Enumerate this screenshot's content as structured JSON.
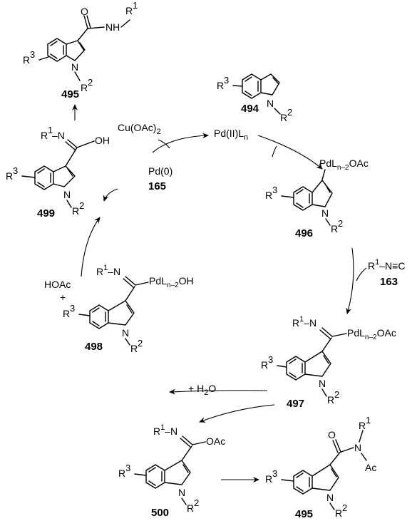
{
  "compounds": {
    "c495_top": {
      "id": "495",
      "r1": "R",
      "r1sup": "1",
      "nh": "NH",
      "o": "O",
      "r2": "R",
      "r2sup": "2",
      "r3": "R",
      "r3sup": "3",
      "n": "N"
    },
    "c494": {
      "id": "494",
      "r3": "R",
      "r3sup": "3",
      "n": "N",
      "r2": "R",
      "r2sup": "2"
    },
    "c499": {
      "id": "499",
      "r1": "R",
      "r1sup": "1",
      "imine": "–N",
      "oh": "OH",
      "r3": "R",
      "r3sup": "3",
      "n": "N",
      "r2": "R",
      "r2sup": "2"
    },
    "c496": {
      "id": "496",
      "pd": "PdL",
      "pdsub": "n–2",
      "oac": "OAc",
      "r3": "R",
      "r3sup": "3",
      "n": "N",
      "r2": "R",
      "r2sup": "2"
    },
    "c163": {
      "id": "163",
      "r1": "R",
      "r1sup": "1",
      "rest": "–N≡C"
    },
    "c497": {
      "id": "497",
      "r1": "R",
      "r1sup": "1",
      "imine": "–N",
      "pd": "PdL",
      "pdsub": "n–2",
      "oac": "OAc",
      "r3": "R",
      "r3sup": "3",
      "n": "N",
      "r2": "R",
      "r2sup": "2"
    },
    "c498": {
      "id": "498",
      "r1": "R",
      "r1sup": "1",
      "imine": "–N",
      "pd": "PdL",
      "pdsub": "n–2",
      "oh": "OH",
      "r3": "R",
      "r3sup": "3",
      "n": "N",
      "r2": "R",
      "r2sup": "2"
    },
    "c500": {
      "id": "500",
      "r1": "R",
      "r1sup": "1",
      "imine": "–N",
      "oac": "OAc",
      "r3": "R",
      "r3sup": "3",
      "n": "N",
      "r2": "R",
      "r2sup": "2"
    },
    "c495_bot": {
      "id": "495",
      "r1": "R",
      "r1sup": "1",
      "n_amide": "N",
      "o": "O",
      "ac": "Ac",
      "r3": "R",
      "r3sup": "3",
      "n": "N",
      "r2": "R",
      "r2sup": "2"
    }
  },
  "reagents": {
    "cu": {
      "text": "Cu(OAc)",
      "sub": "2"
    },
    "pd2": {
      "text": "Pd(II)L",
      "sub": "n"
    },
    "pd0": {
      "text": "Pd(0)"
    },
    "pd0_id": {
      "text": "165"
    },
    "hoac": {
      "text": "HOAc"
    },
    "plus": {
      "text": "+"
    },
    "h2o": {
      "text": "+ H",
      "sub": "2",
      "tail": "O"
    }
  }
}
